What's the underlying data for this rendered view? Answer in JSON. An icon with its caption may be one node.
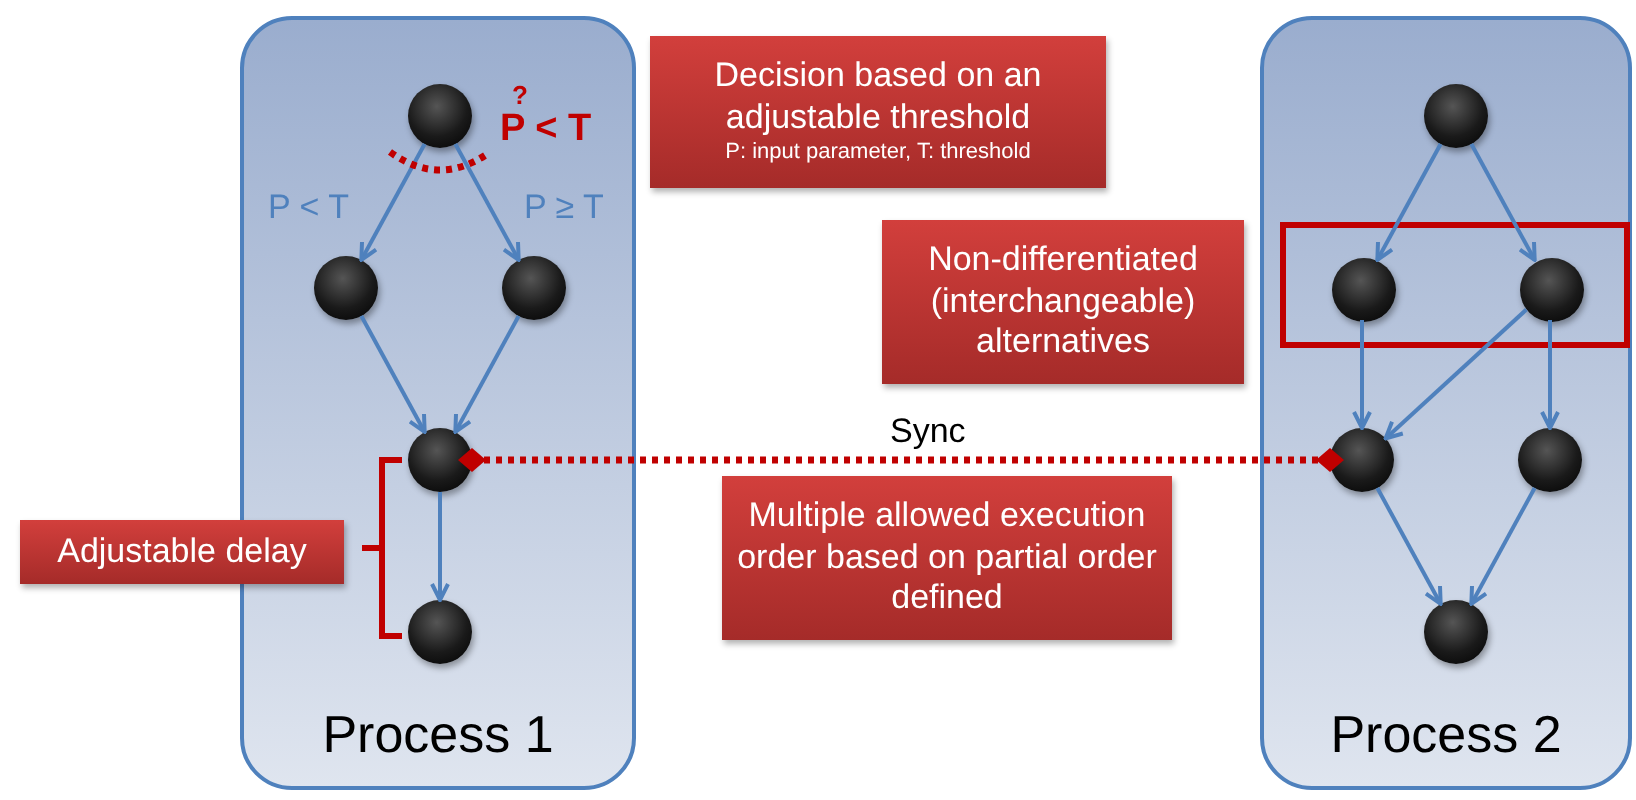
{
  "diagram": {
    "nodes": [
      {
        "text": [
          "Process 1"
        ]
      },
      {
        "text": [],
        "shape": "circle",
        "in": 0
      },
      {
        "text": [],
        "shape": "circle",
        "in": 0
      },
      {
        "text": [],
        "shape": "circle",
        "in": 0
      },
      {
        "text": [],
        "shape": "circle",
        "in": 0
      },
      {
        "text": [],
        "shape": "circle",
        "in": 0
      },
      {
        "text": [
          "Process 2"
        ]
      },
      {
        "text": [],
        "shape": "circle",
        "in": 6
      },
      {
        "text": [],
        "shape": "box",
        "in": 6
      },
      {
        "text": [],
        "shape": "circle",
        "in": 8
      },
      {
        "text": [],
        "shape": "circle",
        "in": 8
      },
      {
        "text": [],
        "shape": "circle",
        "in": 6
      },
      {
        "text": [],
        "shape": "circle",
        "in": 6
      },
      {
        "text": [],
        "shape": "circle",
        "in": 6
      },
      {
        "text": [
          "Decision based on an adjustable threshold",
          "P: input parameter, T: threshold"
        ]
      },
      {
        "text": [
          "Non-differentiated (interchangeable) alternatives"
        ]
      },
      {
        "text": [
          "Multiple allowed execution order based on partial order defined"
        ]
      },
      {
        "text": [
          "Adjustable delay"
        ]
      }
    ],
    "edges": [
      {
        "from": 1,
        "to": 2,
        "arrow": "to",
        "label": "P < T"
      },
      {
        "from": 1,
        "to": 3,
        "arrow": "to",
        "label": "P ≥ T"
      },
      {
        "from": 2,
        "to": 4,
        "arrow": "to"
      },
      {
        "from": 3,
        "to": 4,
        "arrow": "to"
      },
      {
        "from": 4,
        "to": 5,
        "arrow": "to"
      },
      {
        "from": 7,
        "to": 9,
        "arrow": "to"
      },
      {
        "from": 7,
        "to": 10,
        "arrow": "to"
      },
      {
        "from": 9,
        "to": 11,
        "arrow": "to"
      },
      {
        "from": 10,
        "to": 11,
        "arrow": "to"
      },
      {
        "from": 10,
        "to": 12,
        "arrow": "to"
      },
      {
        "from": 11,
        "to": 13,
        "arrow": "to"
      },
      {
        "from": 12,
        "to": 13,
        "arrow": "to"
      },
      {
        "from": 4,
        "to": 11,
        "arrow": "other",
        "style": "dashed",
        "color": "#c00000",
        "label": "Sync"
      }
    ],
    "labels": [
      "?",
      "P < T"
    ]
  }
}
